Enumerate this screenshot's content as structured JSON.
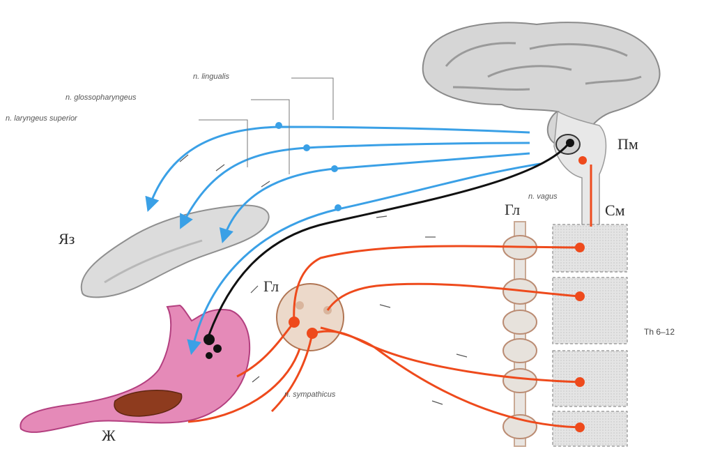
{
  "labels": {
    "lingualis": "n. lingualis",
    "glossopharyngeus": "n. glossopharyngeus",
    "laryngeus": "n. laryngeus superior",
    "vagus": "n. vagus",
    "sympathicus": "n. sympathicus",
    "tongue": "Яз",
    "medulla": "Пм",
    "spinal_cord": "См",
    "ganglion_chain": "Гл",
    "ganglion_celiac": "Гл",
    "stomach": "Ж",
    "segments": "Th 6–12"
  },
  "colors": {
    "afferent": "#3aa0e6",
    "efferent_sympathetic": "#ee4a1c",
    "efferent_vagus": "#111111",
    "stomach": "#e58ab8",
    "brain": "#cfcfcf"
  }
}
